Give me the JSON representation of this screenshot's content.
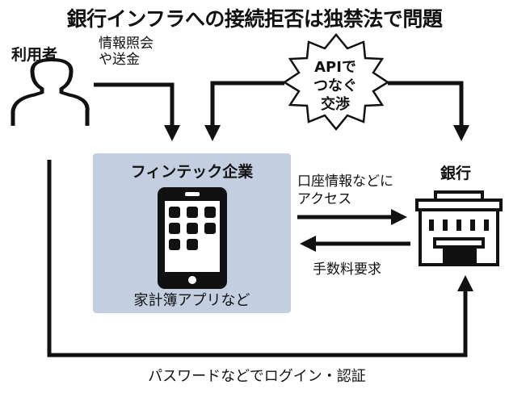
{
  "title": "銀行インフラへの接続拒否は独禁法で問題",
  "user": {
    "label": "利用者",
    "icon": "person-icon"
  },
  "user_to_fintech": {
    "label_lines": [
      "情報照会",
      "や送金"
    ]
  },
  "api_burst": {
    "lines": [
      "APIで",
      "つなぐ",
      "交渉"
    ]
  },
  "fintech": {
    "title": "フィンテック企業",
    "subtitle": "家計簿アプリなど",
    "icon": "tablet-icon",
    "box_color": "#c3cfe1"
  },
  "bank": {
    "label": "銀行",
    "icon": "bank-building-icon"
  },
  "fintech_to_bank": {
    "label_lines": [
      "口座情報などに",
      "アクセス"
    ]
  },
  "bank_to_fintech": {
    "label": "手数料要求"
  },
  "user_to_bank": {
    "label": "パスワードなどでログイン・認証"
  }
}
